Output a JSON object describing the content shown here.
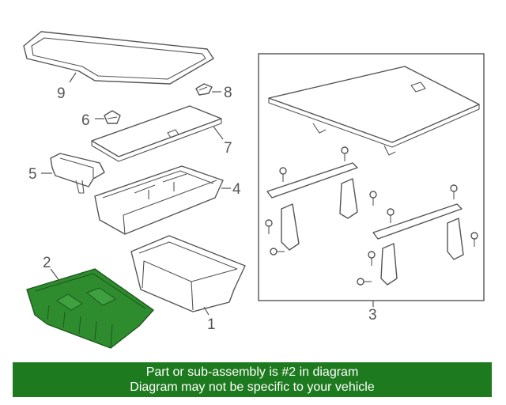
{
  "diagram": {
    "callouts": [
      "1",
      "2",
      "3",
      "4",
      "5",
      "6",
      "7",
      "8",
      "9"
    ],
    "highlight_color": "#2e8b2e",
    "line_color": "#555555"
  },
  "banner": {
    "line1": "Part or sub-assembly is #2 in diagram",
    "line2": "Diagram may not be specific to your vehicle",
    "background": "#1e7a1e"
  }
}
